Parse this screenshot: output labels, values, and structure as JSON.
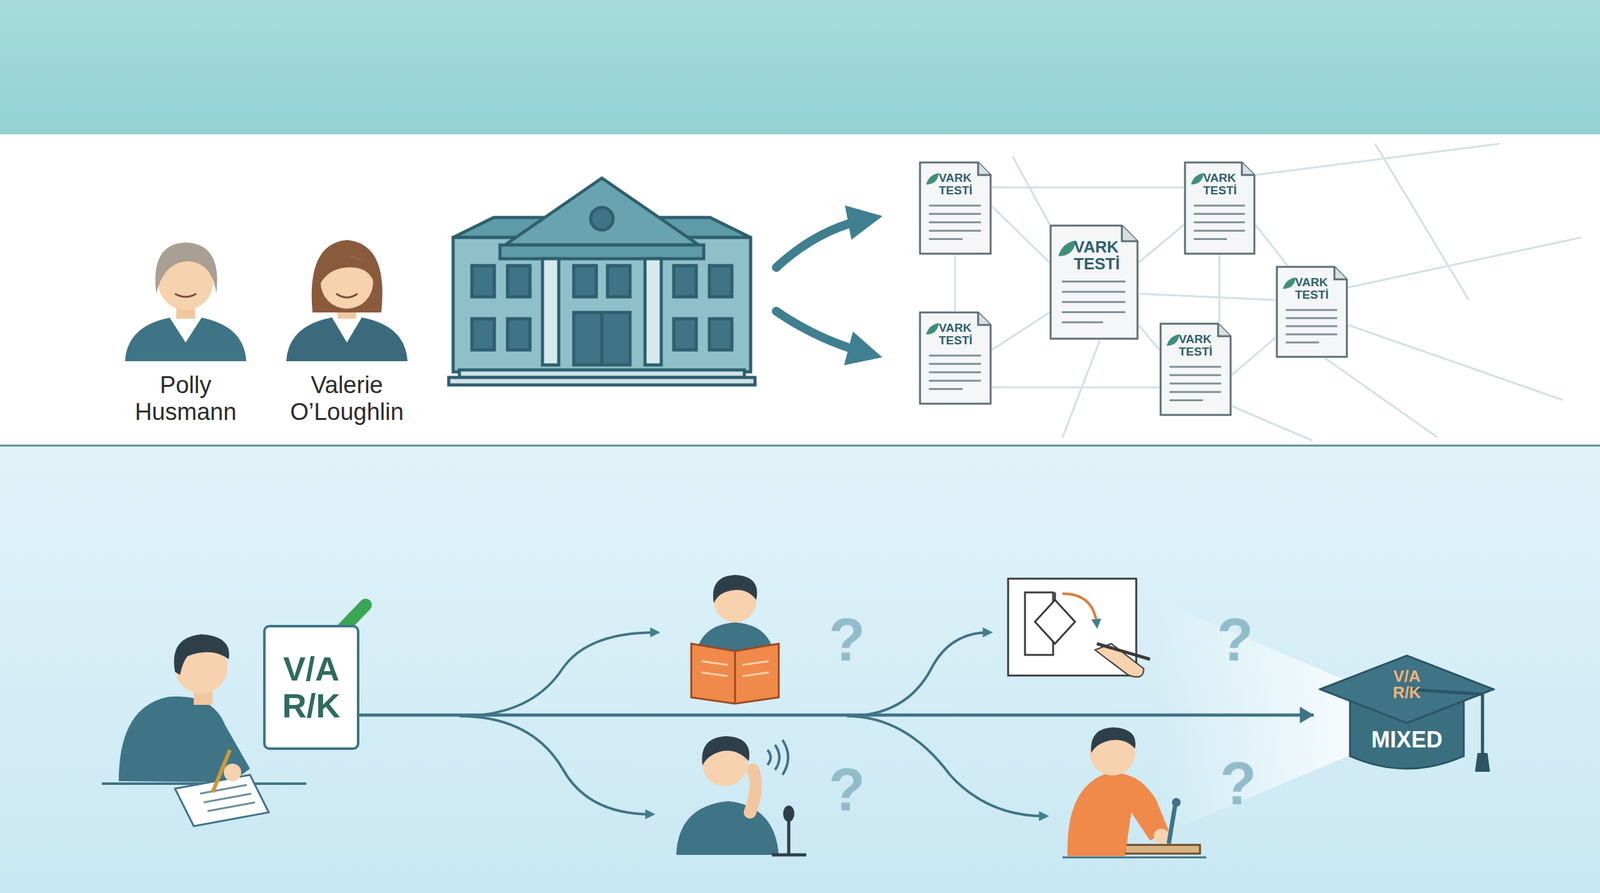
{
  "diagram": {
    "nodes": [
      {
        "text": [
          "VARK TESTİ"
        ]
      },
      {
        "text": [
          "VARK TESTİ"
        ]
      },
      {
        "text": [
          "VARK TESTİ"
        ]
      },
      {
        "text": [
          "VARK TESTİ"
        ]
      },
      {
        "text": [
          "VARK TESTİ"
        ]
      },
      {
        "text": [
          "VARK TESTİ"
        ]
      },
      {
        "text": [
          "V/A R/K"
        ]
      },
      {
        "text": [
          "V/A R/K",
          "MIXED"
        ]
      }
    ],
    "edges": [
      {
        "from": 6,
        "to": 7,
        "arrow": "to"
      }
    ],
    "labels": [
      "Polly Husmann",
      "Valerie O’Loughlin",
      "?",
      "?",
      "?",
      "?"
    ]
  }
}
